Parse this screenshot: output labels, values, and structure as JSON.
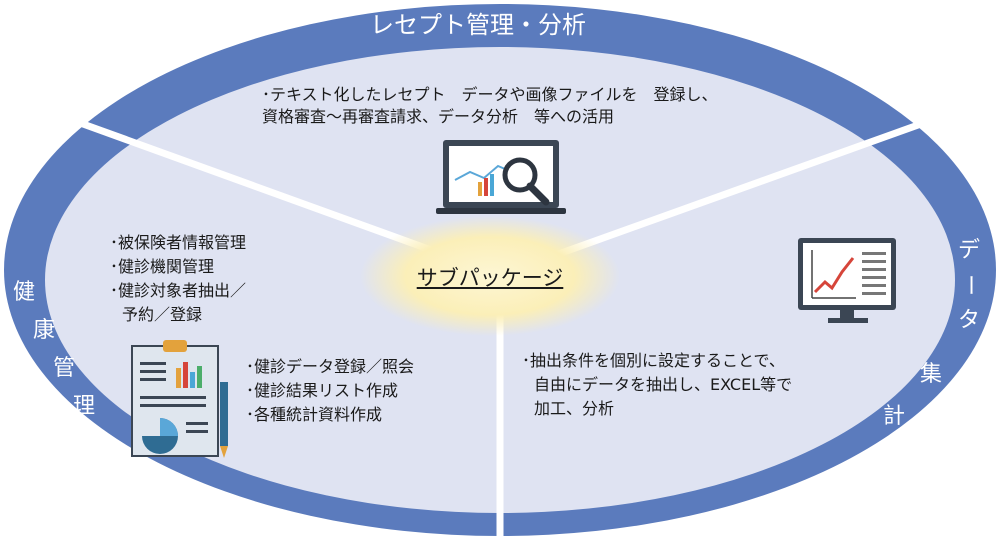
{
  "top_section": {
    "label": "レセプト管理・分析",
    "desc_line1": "･テキスト化したレセプト　データや画像ファイルを　登録し、",
    "desc_line2": "資格審査～再審査請求、データ分析　等への活用",
    "icon": "laptop-chart-magnifier-icon"
  },
  "left_section": {
    "label_chars": [
      "健",
      "康",
      "管",
      "理"
    ],
    "items_top": [
      "･被保険者情報管理",
      "･健診機関管理",
      "･健診対象者抽出／",
      "予約／登録"
    ],
    "items_bottom": [
      "･健診データ登録／照会",
      "･健診結果リスト作成",
      "･各種統計資料作成"
    ],
    "icon": "clipboard-report-icon"
  },
  "right_section": {
    "label_chars": [
      "デ",
      "ー",
      "タ",
      "集",
      "計"
    ],
    "desc": [
      "･抽出条件を個別に設定することで、",
      "自由にデータを抽出し、EXCEL等で",
      "加工、分析"
    ],
    "icon": "monitor-chart-icon"
  },
  "center": {
    "label": "サブパッケージ"
  },
  "colors": {
    "ring": "#5b7bbd",
    "inner": "#dfe3f2",
    "divider": "#ffffff",
    "center_glow": "#fbf1bf"
  }
}
